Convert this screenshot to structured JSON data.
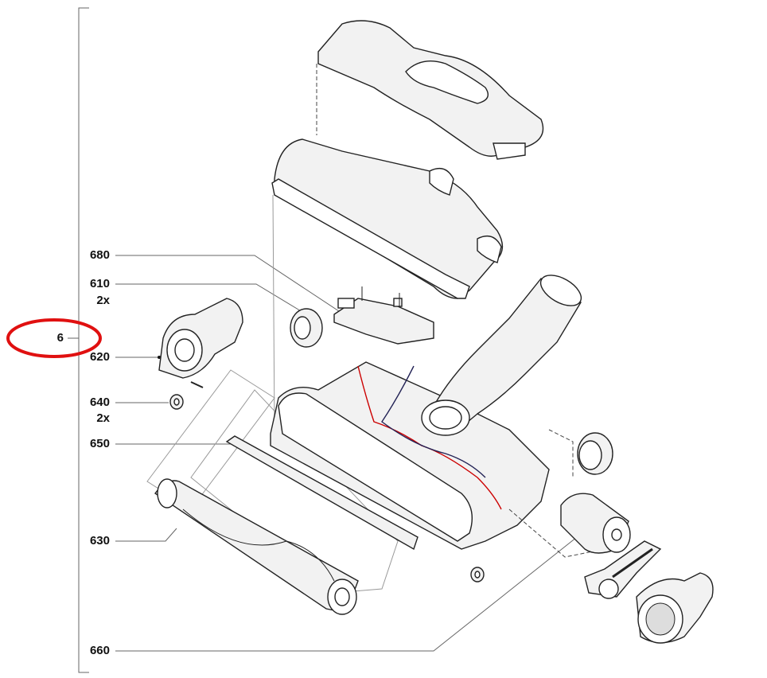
{
  "diagram": {
    "section_number": "6",
    "callouts": [
      {
        "part": "680",
        "qty": ""
      },
      {
        "part": "610",
        "qty": "2x"
      },
      {
        "part": "620",
        "qty": ""
      },
      {
        "part": "640",
        "qty": "2x"
      },
      {
        "part": "650",
        "qty": ""
      },
      {
        "part": "630",
        "qty": ""
      },
      {
        "part": "660",
        "qty": ""
      }
    ],
    "highlight_color": "#e01010"
  }
}
